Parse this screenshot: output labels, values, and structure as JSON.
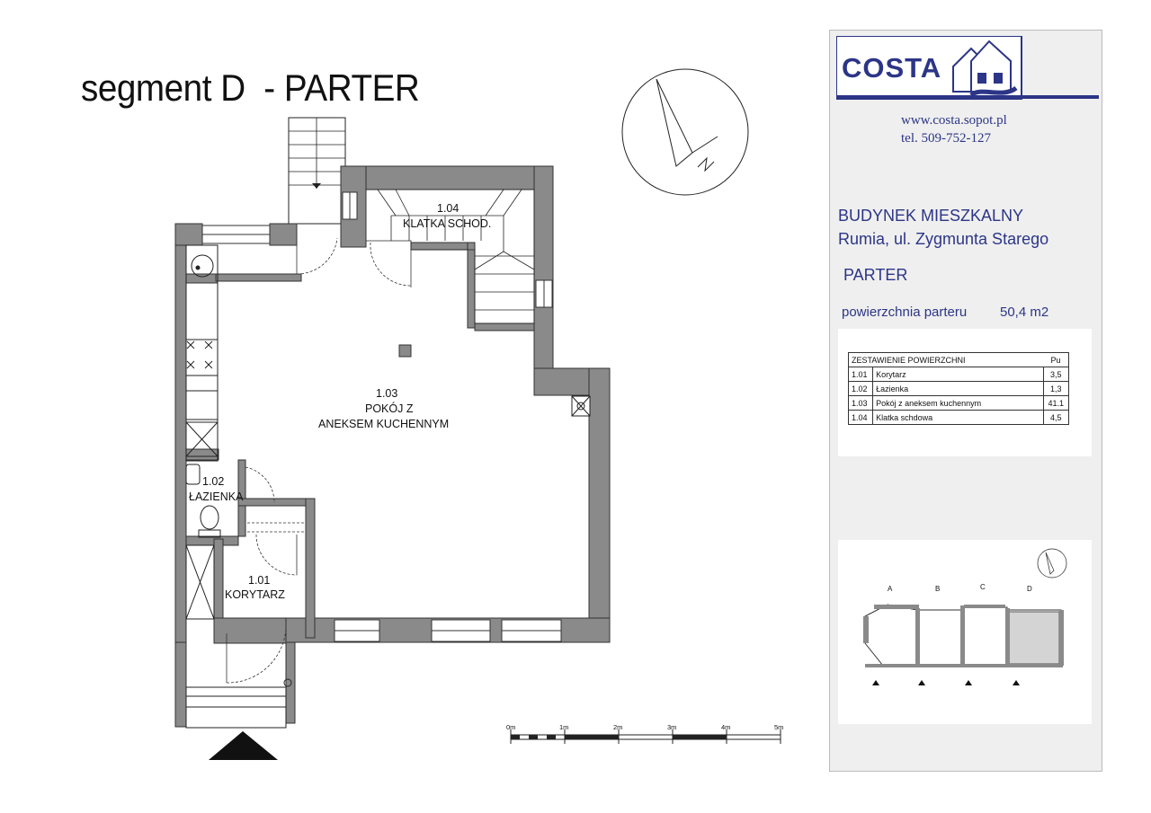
{
  "plan": {
    "title": "segment D  - PARTER",
    "rooms": [
      {
        "num": "1.01",
        "name": "KORYTARZ"
      },
      {
        "num": "1.02",
        "name": "ŁAZIENKA"
      },
      {
        "num": "1.03",
        "name": "POKÓJ Z",
        "name2": "ANEKSEM KUCHENNYM"
      },
      {
        "num": "1.04",
        "name": "KLATKA SCHOD."
      }
    ],
    "scale_labels": [
      "0m",
      "1m",
      "2m",
      "3m",
      "4m",
      "5m"
    ]
  },
  "panel": {
    "logo": "COSTA",
    "website": "www.costa.sopot.pl",
    "phone": "tel. 509-752-127",
    "building": "BUDYNEK MIESZKALNY",
    "address": "Rumia, ul. Zygmunta Starego",
    "floor": "PARTER",
    "area_label": "powierzchnia  parteru",
    "area_value": "50,4 m2",
    "table": {
      "header": "ZESTAWIENIE POWIERZCHNI",
      "unit": "Pu",
      "rows": [
        {
          "no": "1.01",
          "name": "Korytarz",
          "area": "3,5"
        },
        {
          "no": "1.02",
          "name": "Łazienka",
          "area": "1,3"
        },
        {
          "no": "1.03",
          "name": "Pokój  z aneksem kuchennym",
          "area": "41.1"
        },
        {
          "no": "1.04",
          "name": "Klatka schdowa",
          "area": "4,5"
        }
      ]
    },
    "site_segments": [
      "A",
      "B",
      "C",
      "D"
    ]
  },
  "colors": {
    "wall": "#8a8a8a",
    "brand": "#2c3587",
    "panel_bg": "#efefef",
    "highlight": "#d4d4d4"
  }
}
